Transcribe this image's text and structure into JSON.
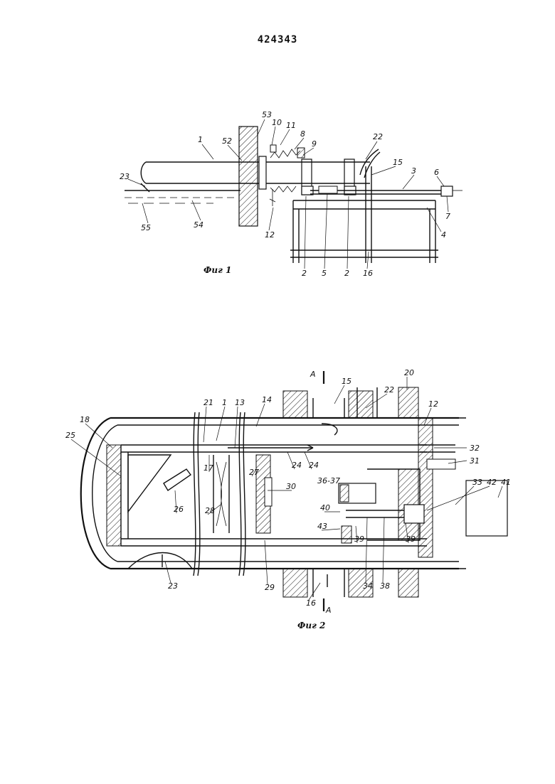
{
  "page_number": "424343",
  "figure1": {
    "caption": "Фиг 1",
    "labels": [
      "53",
      "10",
      "11",
      "8",
      "9",
      "52",
      "1",
      "22",
      "15",
      "3",
      "6",
      "23",
      "55",
      "54",
      "12",
      "2",
      "5",
      "2",
      "16",
      "4",
      "7"
    ]
  },
  "figure2": {
    "caption": "Фиг 2",
    "labels": [
      "A",
      "15",
      "22",
      "20",
      "12",
      "21",
      "1",
      "13",
      "14",
      "18",
      "25",
      "17",
      "24",
      "24",
      "32",
      "31",
      "27",
      "30",
      "36-37",
      "33",
      "42",
      "41",
      "26",
      "28",
      "40",
      "43",
      "39",
      "39",
      "23",
      "29",
      "16",
      "34",
      "38",
      "A"
    ]
  }
}
